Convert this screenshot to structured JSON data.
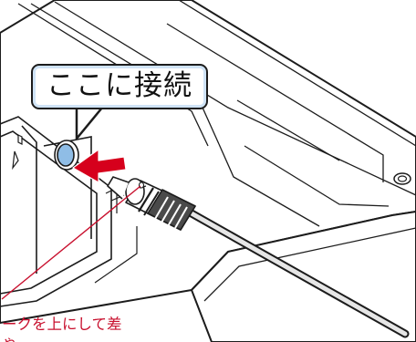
{
  "callout": {
    "label": "ここに接続"
  },
  "annotation": {
    "line1": "ークを上にして差",
    "line2": "ゃ"
  },
  "colors": {
    "outline": "#1c1c1c",
    "arrow": "#d6001c",
    "annotation_text": "#c8102e",
    "callout_glow": "#cfe3f6",
    "jack_fill": "#8fbde6"
  },
  "icons": {
    "arrow": "insert-direction-arrow",
    "plug": "audio-plug",
    "jack": "audio-jack"
  }
}
